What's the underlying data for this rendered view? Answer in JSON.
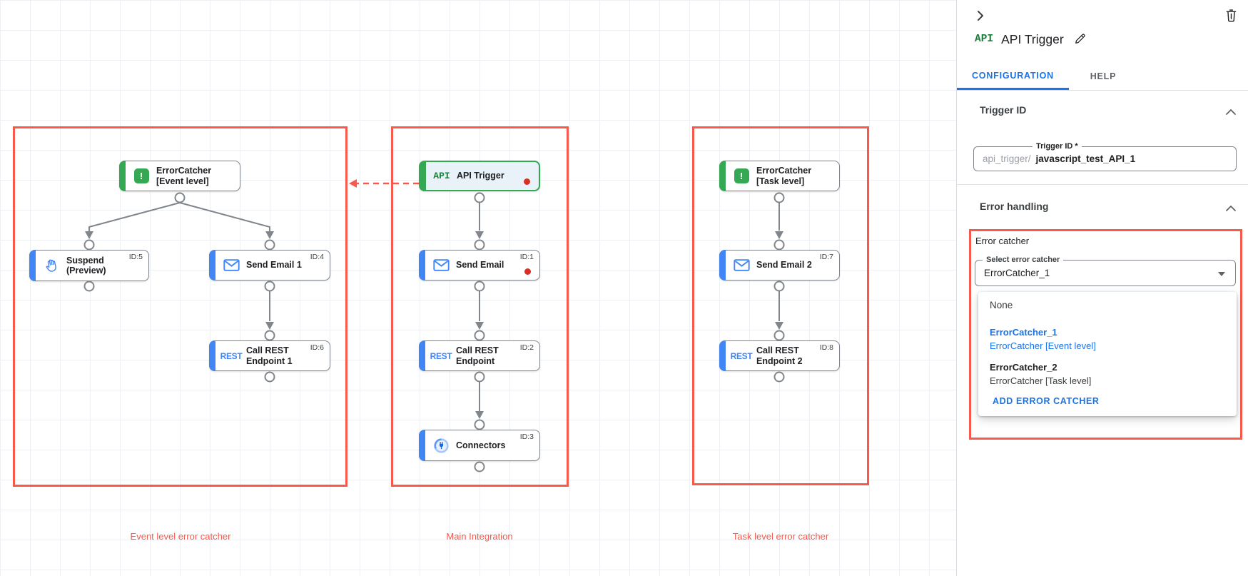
{
  "panel": {
    "badge": "API",
    "title": "API Trigger",
    "tabs": [
      {
        "label": "CONFIGURATION",
        "active": true
      },
      {
        "label": "HELP",
        "active": false
      }
    ],
    "trigger_id": {
      "heading": "Trigger ID",
      "field_label": "Trigger ID *",
      "prefix": "api_trigger/",
      "value": "javascript_test_API_1"
    },
    "error_handling": {
      "heading": "Error handling",
      "group_label": "Error catcher",
      "select_label": "Select error catcher",
      "select_value": "ErrorCatcher_1",
      "options": [
        {
          "name": "None",
          "desc": ""
        },
        {
          "name": "ErrorCatcher_1",
          "desc": "ErrorCatcher [Event level]",
          "selected": true
        },
        {
          "name": "ErrorCatcher_2",
          "desc": "ErrorCatcher [Task level]"
        }
      ],
      "add_button": "ADD ERROR CATCHER"
    }
  },
  "canvas": {
    "groups": [
      {
        "label": "Event level error catcher",
        "nodes": [
          {
            "label": "ErrorCatcher [Event level]",
            "icon": "error-catcher"
          },
          {
            "label": "Suspend (Preview)",
            "id": "ID:5",
            "icon": "suspend-hand"
          },
          {
            "label": "Send Email 1",
            "id": "ID:4",
            "icon": "email"
          },
          {
            "label": "Call REST Endpoint 1",
            "id": "ID:6",
            "icon": "rest"
          }
        ]
      },
      {
        "label": "Main Integration",
        "nodes": [
          {
            "label": "API Trigger",
            "icon": "api",
            "has_error_dot": true
          },
          {
            "label": "Send Email",
            "id": "ID:1",
            "icon": "email",
            "has_error_dot": true
          },
          {
            "label": "Call REST Endpoint",
            "id": "ID:2",
            "icon": "rest"
          },
          {
            "label": "Connectors",
            "id": "ID:3",
            "icon": "connectors"
          }
        ]
      },
      {
        "label": "Task level error catcher",
        "nodes": [
          {
            "label": "ErrorCatcher [Task level]",
            "icon": "error-catcher"
          },
          {
            "label": "Send Email 2",
            "id": "ID:7",
            "icon": "email"
          },
          {
            "label": "Call REST Endpoint 2",
            "id": "ID:8",
            "icon": "rest"
          }
        ]
      }
    ]
  },
  "icons": {
    "error_glyph": "!",
    "api_label": "API",
    "rest_label": "REST"
  },
  "colors": {
    "annotation_red": "#f7594a",
    "error_dot_red": "#d93025",
    "green": "#34a853",
    "badge_green": "#188038",
    "task_blue": "#4285f4",
    "link_blue": "#1a73e8"
  }
}
